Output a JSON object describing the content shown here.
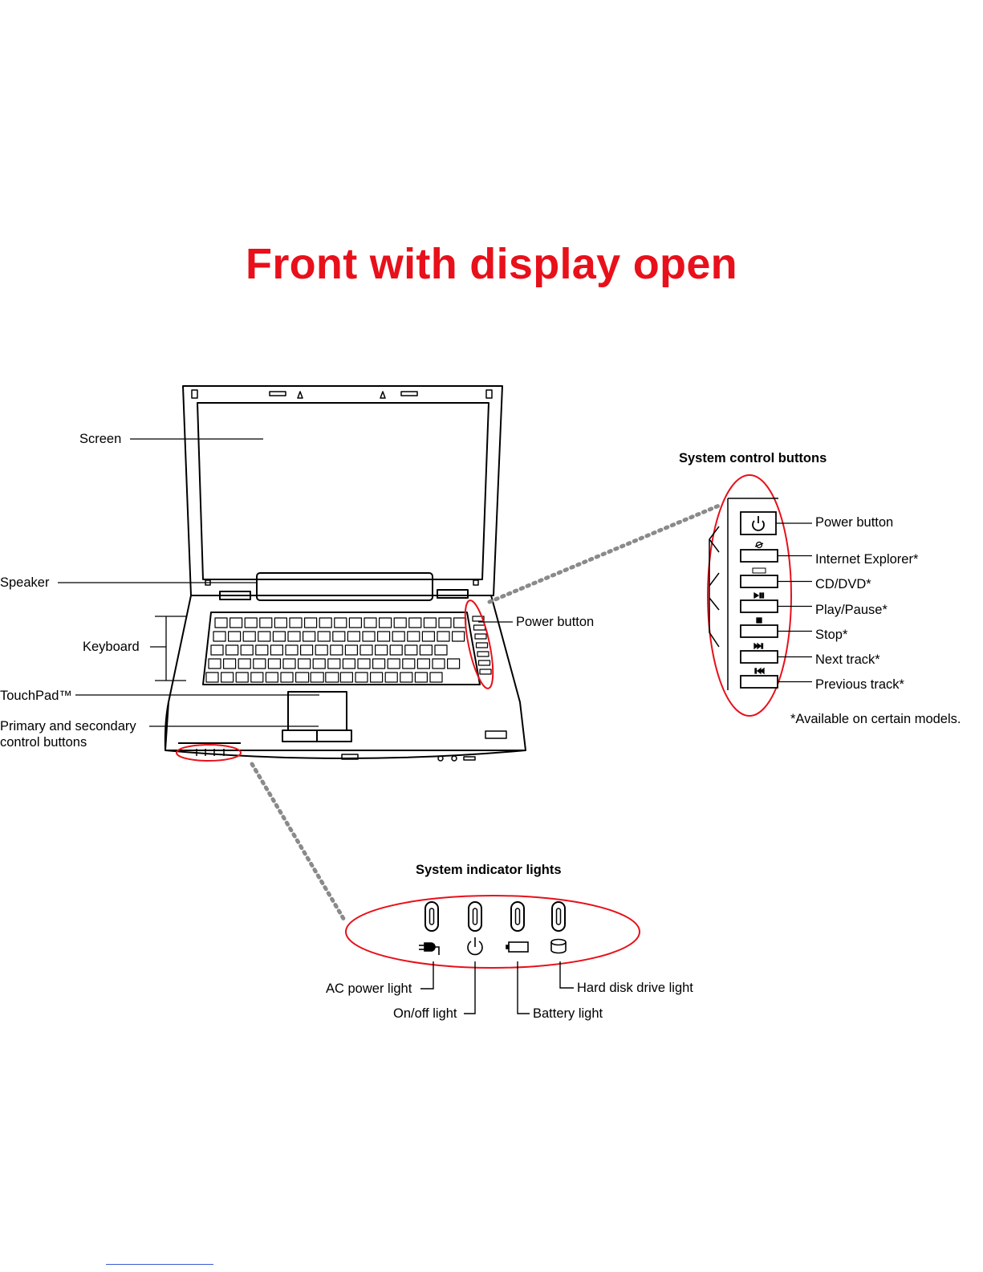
{
  "title": "Front with display open",
  "labels": {
    "screen": "Screen",
    "speaker": "Speaker",
    "keyboard": "Keyboard",
    "touchpad": "TouchPad™",
    "control_buttons_line1": "Primary and secondary",
    "control_buttons_line2": "control buttons",
    "power_button": "Power button"
  },
  "system_control": {
    "heading": "System control buttons",
    "buttons": [
      {
        "label": "Power button",
        "icon": "power-icon"
      },
      {
        "label": "Internet Explorer*",
        "icon": "globe-icon"
      },
      {
        "label": "CD/DVD*",
        "icon": "disc-icon"
      },
      {
        "label": "Play/Pause*",
        "icon": "play-pause-icon"
      },
      {
        "label": "Stop*",
        "icon": "stop-icon"
      },
      {
        "label": "Next track*",
        "icon": "next-track-icon"
      },
      {
        "label": "Previous track*",
        "icon": "previous-track-icon"
      }
    ],
    "footnote": "*Available on certain models."
  },
  "indicator_lights": {
    "heading": "System indicator lights",
    "lights": [
      {
        "label": "AC power light",
        "icon": "ac-plug-icon"
      },
      {
        "label": "On/off light",
        "icon": "power-icon"
      },
      {
        "label": "Battery light",
        "icon": "battery-icon"
      },
      {
        "label": "Hard disk drive light",
        "icon": "hard-disk-icon"
      }
    ]
  },
  "colors": {
    "title": "#e8101a",
    "callout": "#e8101a",
    "dots": "#8a8a8a",
    "line": "#000000"
  }
}
